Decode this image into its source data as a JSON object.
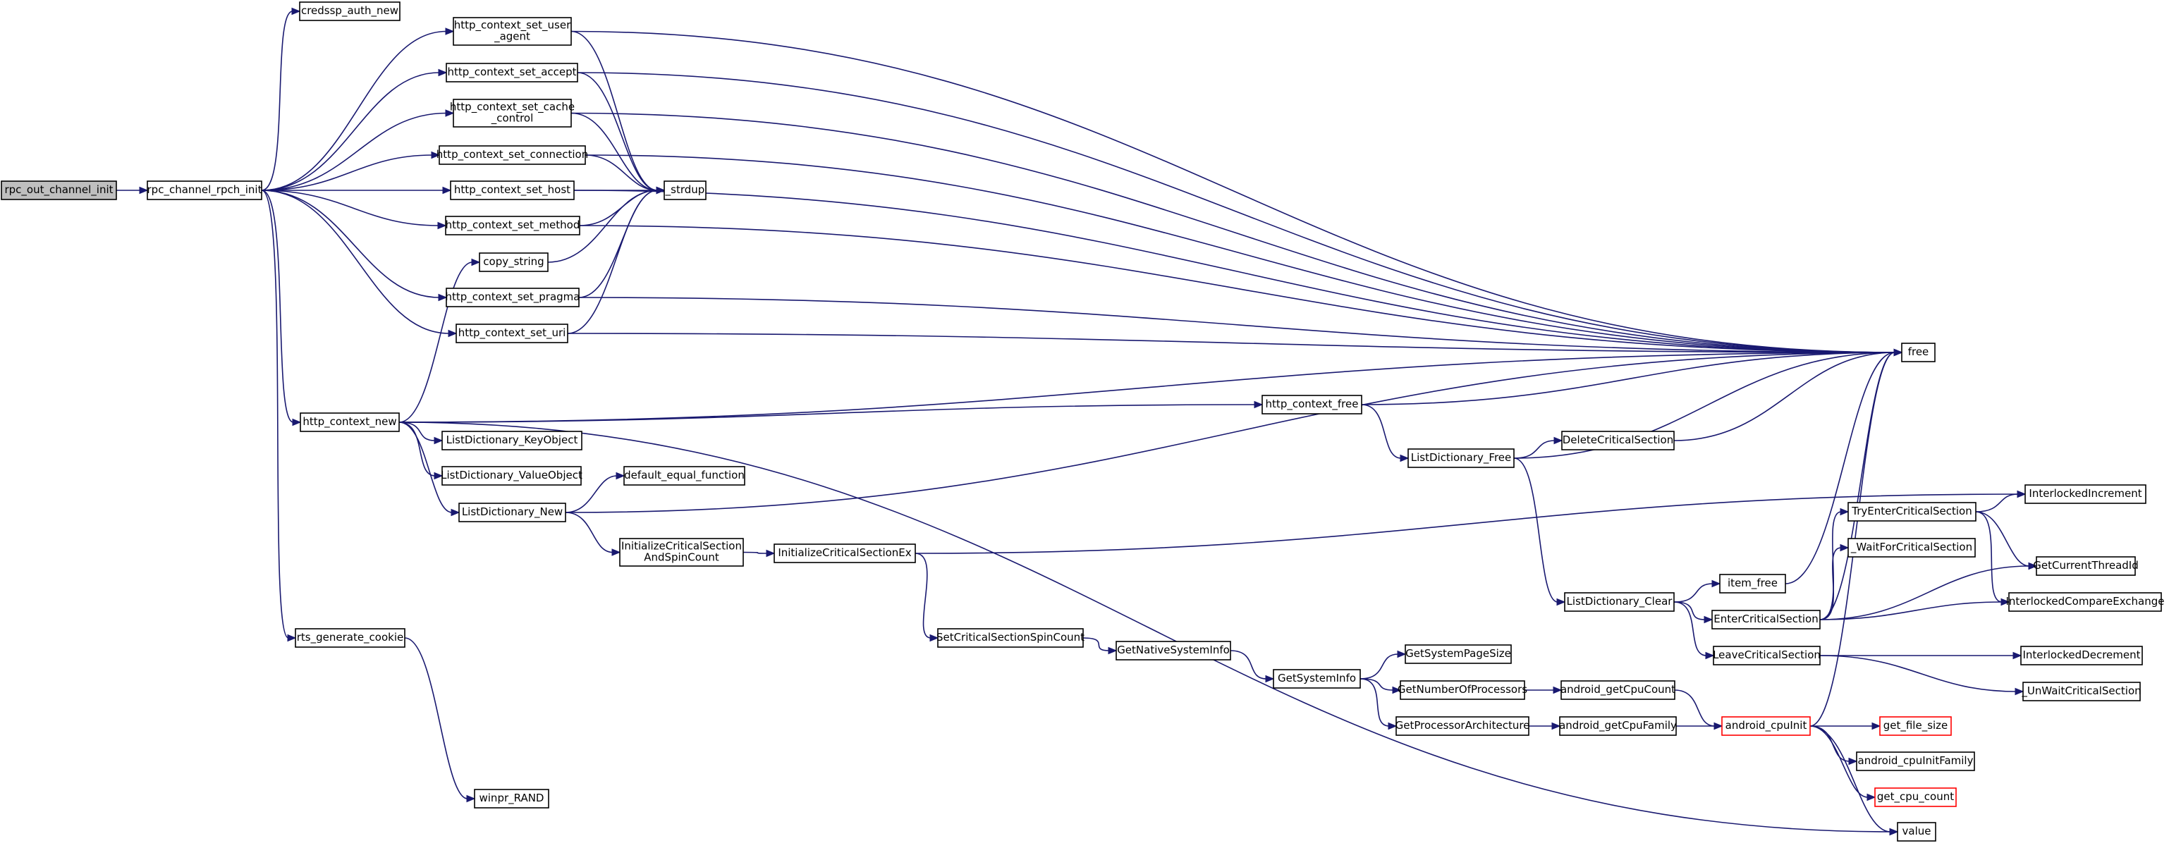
{
  "colors": {
    "edge": "#191970",
    "node_border": "#000000",
    "node_fill": "#ffffff",
    "current_fill": "#bfbfbf",
    "truncated_border": "#ff0000"
  },
  "nodes": [
    {
      "id": "rpc_out_channel_init",
      "lines": [
        "rpc_out_channel_init"
      ],
      "current": true
    },
    {
      "id": "rpc_channel_rpch_init",
      "lines": [
        "rpc_channel_rpch_init"
      ]
    },
    {
      "id": "credssp_auth_new",
      "lines": [
        "credssp_auth_new"
      ]
    },
    {
      "id": "http_context_set_user_agent",
      "lines": [
        "http_context_set_user",
        "_agent"
      ]
    },
    {
      "id": "http_context_set_accept",
      "lines": [
        "http_context_set_accept"
      ]
    },
    {
      "id": "http_context_set_cache_control",
      "lines": [
        "http_context_set_cache",
        "_control"
      ]
    },
    {
      "id": "http_context_set_connection",
      "lines": [
        "http_context_set_connection"
      ]
    },
    {
      "id": "http_context_set_host",
      "lines": [
        "http_context_set_host"
      ]
    },
    {
      "id": "http_context_set_method",
      "lines": [
        "http_context_set_method"
      ]
    },
    {
      "id": "copy_string",
      "lines": [
        "copy_string"
      ]
    },
    {
      "id": "http_context_set_pragma",
      "lines": [
        "http_context_set_pragma"
      ]
    },
    {
      "id": "http_context_set_uri",
      "lines": [
        "http_context_set_uri"
      ]
    },
    {
      "id": "_strdup",
      "lines": [
        "_strdup"
      ]
    },
    {
      "id": "free",
      "lines": [
        "free"
      ]
    },
    {
      "id": "http_context_new",
      "lines": [
        "http_context_new"
      ]
    },
    {
      "id": "ListDictionary_KeyObject",
      "lines": [
        "ListDictionary_KeyObject"
      ]
    },
    {
      "id": "ListDictionary_ValueObject",
      "lines": [
        "ListDictionary_ValueObject"
      ]
    },
    {
      "id": "ListDictionary_New",
      "lines": [
        "ListDictionary_New"
      ]
    },
    {
      "id": "default_equal_function",
      "lines": [
        "default_equal_function"
      ]
    },
    {
      "id": "InitializeCriticalSectionAndSpinCount",
      "lines": [
        "InitializeCriticalSection",
        "AndSpinCount"
      ]
    },
    {
      "id": "InitializeCriticalSectionEx",
      "lines": [
        "InitializeCriticalSectionEx"
      ]
    },
    {
      "id": "SetCriticalSectionSpinCount",
      "lines": [
        "SetCriticalSectionSpinCount"
      ]
    },
    {
      "id": "GetNativeSystemInfo",
      "lines": [
        "GetNativeSystemInfo"
      ]
    },
    {
      "id": "GetSystemInfo",
      "lines": [
        "GetSystemInfo"
      ]
    },
    {
      "id": "GetSystemPageSize",
      "lines": [
        "GetSystemPageSize"
      ]
    },
    {
      "id": "GetNumberOfProcessors",
      "lines": [
        "GetNumberOfProcessors"
      ]
    },
    {
      "id": "GetProcessorArchitecture",
      "lines": [
        "GetProcessorArchitecture"
      ]
    },
    {
      "id": "android_getCpuCount",
      "lines": [
        "android_getCpuCount"
      ]
    },
    {
      "id": "android_getCpuFamily",
      "lines": [
        "android_getCpuFamily"
      ]
    },
    {
      "id": "android_cpuInit",
      "lines": [
        "android_cpuInit"
      ],
      "truncated": true
    },
    {
      "id": "get_file_size",
      "lines": [
        "get_file_size"
      ],
      "truncated": true
    },
    {
      "id": "android_cpuInitFamily",
      "lines": [
        "android_cpuInitFamily"
      ]
    },
    {
      "id": "get_cpu_count",
      "lines": [
        "get_cpu_count"
      ],
      "truncated": true
    },
    {
      "id": "value",
      "lines": [
        "value"
      ]
    },
    {
      "id": "http_context_free",
      "lines": [
        "http_context_free"
      ]
    },
    {
      "id": "ListDictionary_Free",
      "lines": [
        "ListDictionary_Free"
      ]
    },
    {
      "id": "DeleteCriticalSection",
      "lines": [
        "DeleteCriticalSection"
      ]
    },
    {
      "id": "ListDictionary_Clear",
      "lines": [
        "ListDictionary_Clear"
      ]
    },
    {
      "id": "item_free",
      "lines": [
        "item_free"
      ]
    },
    {
      "id": "EnterCriticalSection",
      "lines": [
        "EnterCriticalSection"
      ]
    },
    {
      "id": "LeaveCriticalSection",
      "lines": [
        "LeaveCriticalSection"
      ]
    },
    {
      "id": "TryEnterCriticalSection",
      "lines": [
        "TryEnterCriticalSection"
      ]
    },
    {
      "id": "_WaitForCriticalSection",
      "lines": [
        "_WaitForCriticalSection"
      ]
    },
    {
      "id": "InterlockedIncrement",
      "lines": [
        "InterlockedIncrement"
      ]
    },
    {
      "id": "GetCurrentThreadId",
      "lines": [
        "GetCurrentThreadId"
      ]
    },
    {
      "id": "InterlockedCompareExchange",
      "lines": [
        "InterlockedCompareExchange"
      ]
    },
    {
      "id": "InterlockedDecrement",
      "lines": [
        "InterlockedDecrement"
      ]
    },
    {
      "id": "_UnWaitCriticalSection",
      "lines": [
        "_UnWaitCriticalSection"
      ]
    },
    {
      "id": "rts_generate_cookie",
      "lines": [
        "rts_generate_cookie"
      ]
    },
    {
      "id": "winpr_RAND",
      "lines": [
        "winpr_RAND"
      ]
    }
  ],
  "edges": [
    [
      "rpc_out_channel_init",
      "rpc_channel_rpch_init"
    ],
    [
      "rpc_channel_rpch_init",
      "credssp_auth_new"
    ],
    [
      "rpc_channel_rpch_init",
      "http_context_set_user_agent"
    ],
    [
      "rpc_channel_rpch_init",
      "http_context_set_accept"
    ],
    [
      "rpc_channel_rpch_init",
      "http_context_set_cache_control"
    ],
    [
      "rpc_channel_rpch_init",
      "http_context_set_connection"
    ],
    [
      "rpc_channel_rpch_init",
      "http_context_set_host"
    ],
    [
      "rpc_channel_rpch_init",
      "http_context_set_method"
    ],
    [
      "rpc_channel_rpch_init",
      "http_context_set_pragma"
    ],
    [
      "rpc_channel_rpch_init",
      "http_context_set_uri"
    ],
    [
      "rpc_channel_rpch_init",
      "http_context_new"
    ],
    [
      "rpc_channel_rpch_init",
      "rts_generate_cookie"
    ],
    [
      "http_context_set_user_agent",
      "_strdup"
    ],
    [
      "http_context_set_user_agent",
      "free"
    ],
    [
      "http_context_set_accept",
      "_strdup"
    ],
    [
      "http_context_set_accept",
      "free"
    ],
    [
      "http_context_set_cache_control",
      "_strdup"
    ],
    [
      "http_context_set_cache_control",
      "free"
    ],
    [
      "http_context_set_connection",
      "_strdup"
    ],
    [
      "http_context_set_connection",
      "free"
    ],
    [
      "http_context_set_host",
      "_strdup"
    ],
    [
      "http_context_set_host",
      "free"
    ],
    [
      "http_context_set_method",
      "_strdup"
    ],
    [
      "http_context_set_method",
      "free"
    ],
    [
      "http_context_set_pragma",
      "_strdup"
    ],
    [
      "http_context_set_pragma",
      "free"
    ],
    [
      "http_context_set_uri",
      "_strdup"
    ],
    [
      "http_context_set_uri",
      "free"
    ],
    [
      "copy_string",
      "_strdup"
    ],
    [
      "http_context_new",
      "copy_string"
    ],
    [
      "http_context_new",
      "free"
    ],
    [
      "http_context_new",
      "http_context_free"
    ],
    [
      "http_context_new",
      "ListDictionary_KeyObject"
    ],
    [
      "http_context_new",
      "ListDictionary_ValueObject"
    ],
    [
      "http_context_new",
      "ListDictionary_New"
    ],
    [
      "http_context_new",
      "value"
    ],
    [
      "ListDictionary_New",
      "default_equal_function"
    ],
    [
      "ListDictionary_New",
      "InitializeCriticalSectionAndSpinCount"
    ],
    [
      "ListDictionary_New",
      "free"
    ],
    [
      "InitializeCriticalSectionAndSpinCount",
      "InitializeCriticalSectionEx"
    ],
    [
      "InitializeCriticalSectionEx",
      "SetCriticalSectionSpinCount"
    ],
    [
      "InitializeCriticalSectionEx",
      "InterlockedIncrement"
    ],
    [
      "SetCriticalSectionSpinCount",
      "GetNativeSystemInfo"
    ],
    [
      "GetNativeSystemInfo",
      "GetSystemInfo"
    ],
    [
      "GetSystemInfo",
      "GetSystemPageSize"
    ],
    [
      "GetSystemInfo",
      "GetNumberOfProcessors"
    ],
    [
      "GetSystemInfo",
      "GetProcessorArchitecture"
    ],
    [
      "GetNumberOfProcessors",
      "android_getCpuCount"
    ],
    [
      "GetProcessorArchitecture",
      "android_getCpuFamily"
    ],
    [
      "android_getCpuCount",
      "android_cpuInit"
    ],
    [
      "android_getCpuFamily",
      "android_cpuInit"
    ],
    [
      "android_cpuInit",
      "get_file_size"
    ],
    [
      "android_cpuInit",
      "android_cpuInitFamily"
    ],
    [
      "android_cpuInit",
      "get_cpu_count"
    ],
    [
      "android_cpuInit",
      "value"
    ],
    [
      "android_cpuInit",
      "free"
    ],
    [
      "http_context_free",
      "free"
    ],
    [
      "http_context_free",
      "ListDictionary_Free"
    ],
    [
      "ListDictionary_Free",
      "DeleteCriticalSection"
    ],
    [
      "ListDictionary_Free",
      "free"
    ],
    [
      "ListDictionary_Free",
      "ListDictionary_Clear"
    ],
    [
      "DeleteCriticalSection",
      "free"
    ],
    [
      "ListDictionary_Clear",
      "item_free"
    ],
    [
      "ListDictionary_Clear",
      "EnterCriticalSection"
    ],
    [
      "ListDictionary_Clear",
      "LeaveCriticalSection"
    ],
    [
      "item_free",
      "free"
    ],
    [
      "EnterCriticalSection",
      "TryEnterCriticalSection"
    ],
    [
      "EnterCriticalSection",
      "_WaitForCriticalSection"
    ],
    [
      "EnterCriticalSection",
      "GetCurrentThreadId"
    ],
    [
      "EnterCriticalSection",
      "InterlockedCompareExchange"
    ],
    [
      "EnterCriticalSection",
      "free"
    ],
    [
      "TryEnterCriticalSection",
      "InterlockedIncrement"
    ],
    [
      "TryEnterCriticalSection",
      "GetCurrentThreadId"
    ],
    [
      "TryEnterCriticalSection",
      "InterlockedCompareExchange"
    ],
    [
      "LeaveCriticalSection",
      "InterlockedDecrement"
    ],
    [
      "LeaveCriticalSection",
      "_UnWaitCriticalSection"
    ],
    [
      "rts_generate_cookie",
      "winpr_RAND"
    ]
  ]
}
